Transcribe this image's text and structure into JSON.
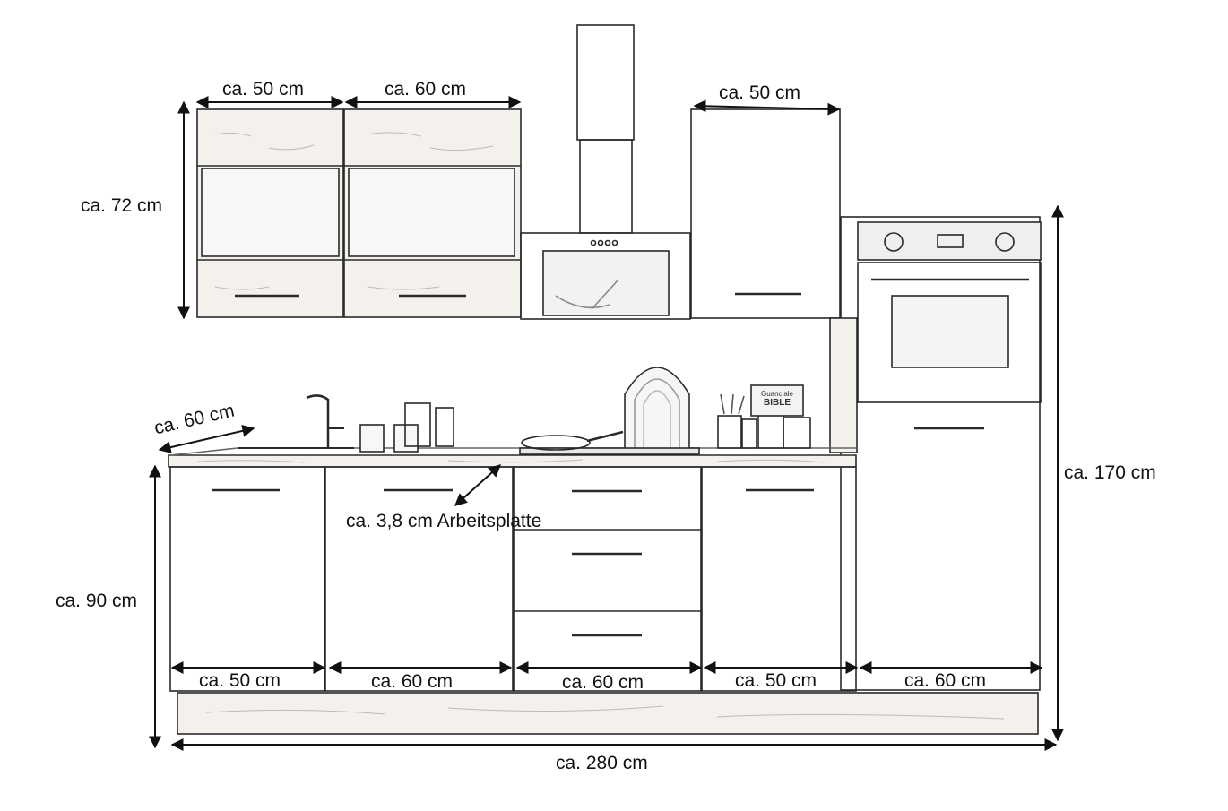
{
  "dimensions": {
    "wall_left_width": "ca. 50 cm",
    "wall_mid_width": "ca. 60 cm",
    "wall_right_width": "ca. 50 cm",
    "wall_height": "ca. 72 cm",
    "worktop_depth": "ca. 60 cm",
    "worktop_thickness": "ca. 3,8 cm Arbeitsplatte",
    "base_height": "ca. 90 cm",
    "tall_height": "ca. 170 cm",
    "base_1_width": "ca. 50 cm",
    "base_2_width": "ca. 60 cm",
    "base_3_width": "ca. 60 cm",
    "base_4_width": "ca. 50 cm",
    "base_5_width": "ca. 60 cm",
    "total_width": "ca. 280 cm"
  },
  "decor": {
    "cookbook_line1": "Guanciale",
    "cookbook_line2": "BIBLE"
  },
  "colors": {
    "line": "#2a2a2a",
    "wood": "#f4f1ec",
    "glass": "#f7f7f7"
  }
}
